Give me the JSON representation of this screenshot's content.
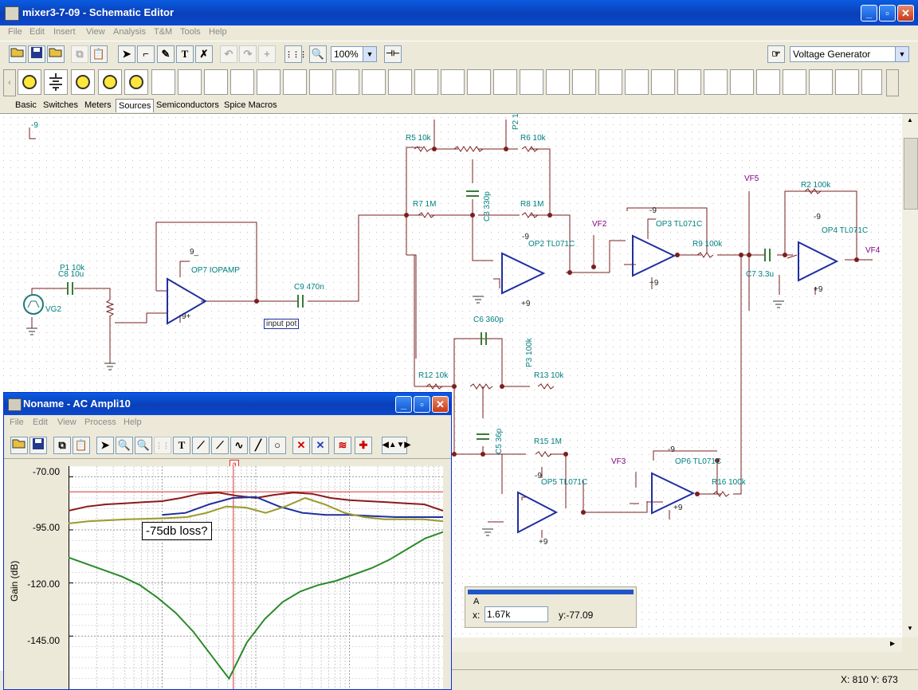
{
  "window": {
    "title": "mixer3-7-09 - Schematic Editor",
    "minimize": "_",
    "maximize": "▫",
    "close": "✕"
  },
  "menu": [
    "File",
    "Edit",
    "Insert",
    "View",
    "Analysis",
    "T&M",
    "Tools",
    "Help"
  ],
  "toolbar": {
    "zoom": "100%",
    "component": "Voltage Generator"
  },
  "tabs": [
    "Basic",
    "Switches",
    "Meters",
    "Sources",
    "Semiconductors",
    "Spice Macros"
  ],
  "schematic": {
    "labels": {
      "c8": "C8 10u",
      "p1": "P1 10k",
      "vg2": "VG2",
      "op7_pin": "9_",
      "op7": "OP7 IOPAMP",
      "op7_supply": "9+",
      "c9": "C9 470n",
      "input_pot": "input pot",
      "neg9_top": "-9",
      "r5": "R5 10k",
      "p2": "P2 1",
      "r6": "R6 10k",
      "c3": "C3 330p",
      "r7": "R7 1M",
      "r8": "R8 1M",
      "op2_pin": "-9",
      "op2": "OP2 TL071C",
      "op2_supply": "+9",
      "vf2": "VF2",
      "op3_pin": "-9",
      "op3": "OP3 TL071C",
      "op3_supply": "+9",
      "r9": "R9 100k",
      "vf5": "VF5",
      "r2": "R2 100k",
      "op4_pin": "-9",
      "op4": "OP4 TL071C",
      "op4_supply": "+9",
      "vf4": "VF4",
      "c7": "C7 3.3u",
      "c6": "C6 360p",
      "p3": "P3 100k",
      "r12": "R12 10k",
      "r13": "R13 10k",
      "c5": "C5 36p",
      "r15": "R15 1M",
      "op5_pin": "-9",
      "op5": "OP5 TL071C",
      "op5_supply": "+9",
      "vf3": "VF3",
      "op6_pin": "-9",
      "op6": "OP6 TL071C",
      "op6_supply": "+9",
      "r16": "R16 100k"
    }
  },
  "status": {
    "coords": "X: 810 Y: 673"
  },
  "ac_window": {
    "title": "Noname - AC Ampli10",
    "menu": [
      "File",
      "Edit",
      "View",
      "Process",
      "Help"
    ],
    "ylabel": "Gain (dB)",
    "yticks": [
      "-70.00",
      "-95.00",
      "-120.00",
      "-145.00"
    ],
    "annotation": "-75db loss?",
    "cursor_marker": "a"
  },
  "cursor_readout": {
    "label": "A",
    "x_label": "x:",
    "x_value": "1.67k",
    "y_text": "y:-77.09"
  },
  "chart_data": {
    "type": "line",
    "title": "",
    "ylabel": "Gain (dB)",
    "xlabel": "",
    "ylim": [
      -170,
      -65
    ],
    "yticks": [
      -70,
      -95,
      -120,
      -145
    ],
    "cursor_x_fraction": 0.44,
    "reference_level": -77.09,
    "series": [
      {
        "color": "#8b1a1a",
        "values": [
          -86,
          -84,
          -83,
          -82.5,
          -82,
          -81.5,
          -80,
          -78,
          -77.5,
          -79,
          -80,
          -78.5,
          -77.5,
          -78,
          -80,
          -81,
          -81.5,
          -82,
          -82.5,
          -83,
          -86
        ]
      },
      {
        "color": "#1f2f9f",
        "values": [
          null,
          null,
          null,
          null,
          -88,
          -87,
          -83,
          -80,
          -79.5,
          -84,
          -87,
          -88,
          -88,
          -88.5,
          -89,
          -89,
          -89
        ]
      },
      {
        "color": "#9a9a2a",
        "values": [
          -92,
          -91,
          -90.5,
          -90,
          -89.8,
          -89.5,
          -89,
          -87,
          -84,
          -84.5,
          -87,
          -84,
          -80,
          -83,
          -87,
          -89,
          -90,
          -90,
          -90,
          -91
        ]
      },
      {
        "color": "#2a8a2a",
        "values": [
          -108,
          -111,
          -114,
          -117,
          -121,
          -127,
          -134,
          -143,
          -154,
          -165,
          -148,
          -137,
          -129,
          -124,
          -121,
          -119,
          -116,
          -113,
          -109,
          -104,
          -99,
          -96
        ]
      }
    ]
  }
}
